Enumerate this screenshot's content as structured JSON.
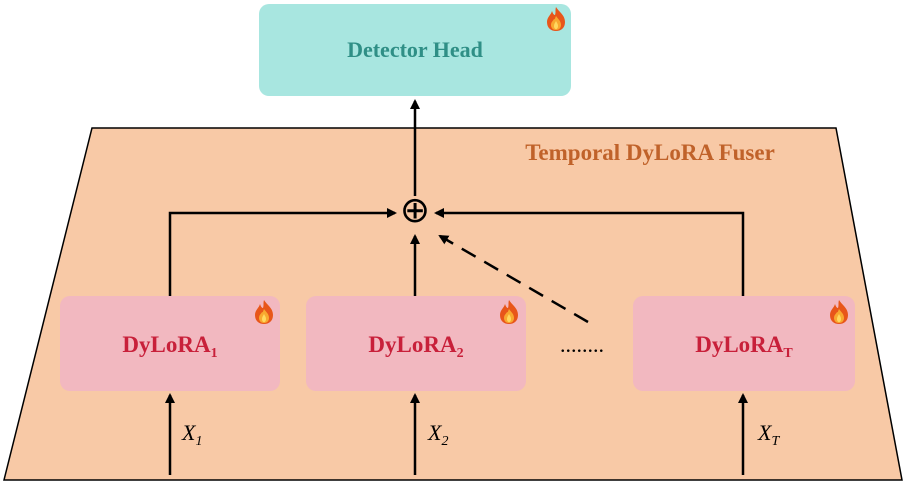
{
  "detector_head": {
    "label": "Detector Head",
    "trainable_icon": "fire-icon"
  },
  "fuser": {
    "label": "Temporal DyLoRA Fuser"
  },
  "modules": [
    {
      "base": "DyLoRA",
      "sub": "1",
      "input_base": "X",
      "input_sub": "1",
      "trainable_icon": "fire-icon"
    },
    {
      "base": "DyLoRA",
      "sub": "2",
      "input_base": "X",
      "input_sub": "2",
      "trainable_icon": "fire-icon"
    },
    {
      "base": "DyLoRA",
      "sub": "T",
      "input_base": "X",
      "input_sub": "T",
      "trainable_icon": "fire-icon"
    }
  ],
  "ellipsis": "........",
  "sum_symbol": "⊕",
  "colors": {
    "detector_fill": "#a8e6e0",
    "fuser_fill": "#f8c9a6",
    "module_fill": "#f2b8c0",
    "detector_text": "#2f8f86",
    "fuser_text": "#c0622a",
    "module_text": "#c8203a"
  }
}
